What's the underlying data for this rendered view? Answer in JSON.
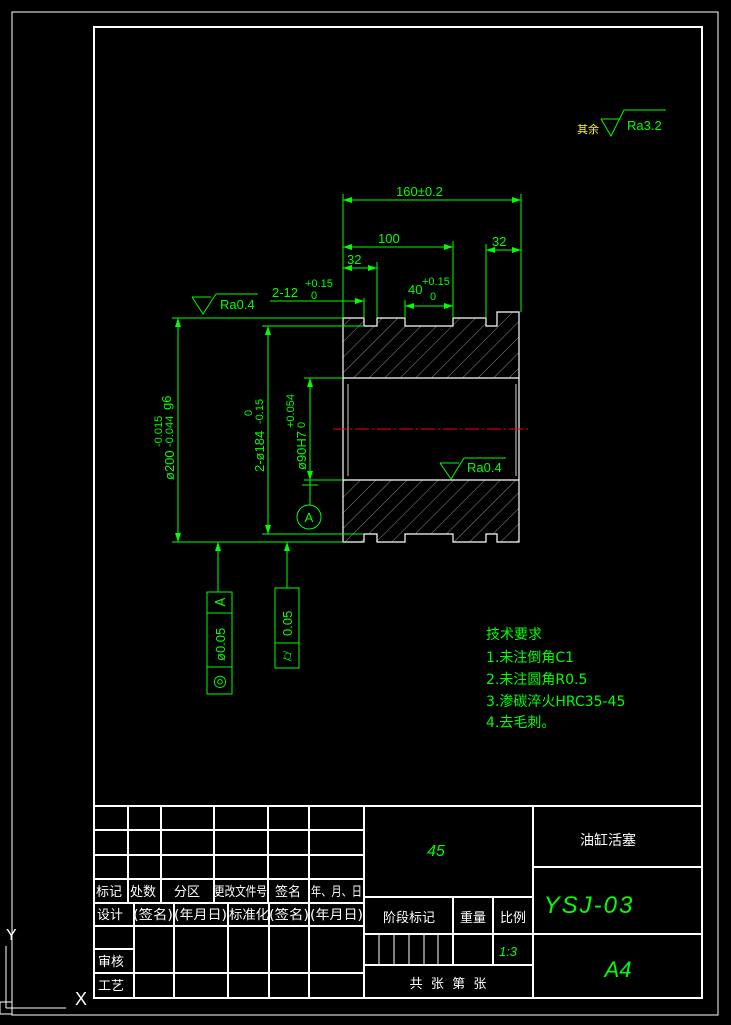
{
  "colors": {
    "background": "#000000",
    "frame": "#ffffff",
    "dimension": "#00ff00",
    "text_green": "#00ff00",
    "hatch": "#8a8a8a",
    "centerline": "#ff0000",
    "text_white": "#ffffff",
    "text_yellow": "#ffff00"
  },
  "roughness": {
    "general": "其余",
    "general_value": "Ra3.2",
    "left_value": "Ra0.4",
    "bore_value": "Ra0.4"
  },
  "dimensions": {
    "total_length": "160±0.2",
    "length_100": "100",
    "right_32": "32",
    "left_32": "32",
    "groove_2x12": "2-12",
    "groove_2x12_tol_upper": "+0.15",
    "groove_2x12_tol_lower": "0",
    "groove_40": "40",
    "groove_40_tol_upper": "+0.15",
    "groove_40_tol_lower": "0",
    "outer_dia": "ø200",
    "outer_dia_tol_upper": "-0.015",
    "outer_dia_tol_lower": "-0.044",
    "outer_dia_fit": "g6",
    "groove_dia": "2-ø184",
    "groove_dia_tol_upper": "0",
    "groove_dia_tol_lower": "-0.15",
    "bore_dia": "ø90H7",
    "bore_dia_tol_upper": "+0.054",
    "bore_dia_tol_lower": "0",
    "datum": "A"
  },
  "gdt": {
    "concentricity_symbol": "◎",
    "concentricity_value": "ø0.05",
    "concentricity_datum": "A",
    "cylindricity_symbol": "⌭",
    "cylindricity_value": "0.05"
  },
  "technical_requirements": {
    "title": "技术要求",
    "items": [
      "1.未注倒角C1",
      "2.未注圆角R0.5",
      "3.渗碳淬火HRC35-45",
      "4.去毛刺。"
    ]
  },
  "title_block": {
    "material": "45",
    "part_name": "油缸活塞",
    "drawing_number": "YSJ-03",
    "sheet_size": "A4",
    "scale_value": "1:3",
    "revision_labels": [
      "标记",
      "处数",
      "分区",
      "更改文件号",
      "签名",
      "年、月、日"
    ],
    "design_labels": [
      "设计",
      "(签名)",
      "(年月日)",
      "标准化",
      "(签名)",
      "(年月日)"
    ],
    "review": "审核",
    "process": "工艺",
    "stage_mark": "阶段标记",
    "weight": "重量",
    "scale": "比例",
    "sheet_info": "共  张  第  张"
  },
  "ucs": {
    "x_label": "X",
    "y_label": "Y"
  }
}
